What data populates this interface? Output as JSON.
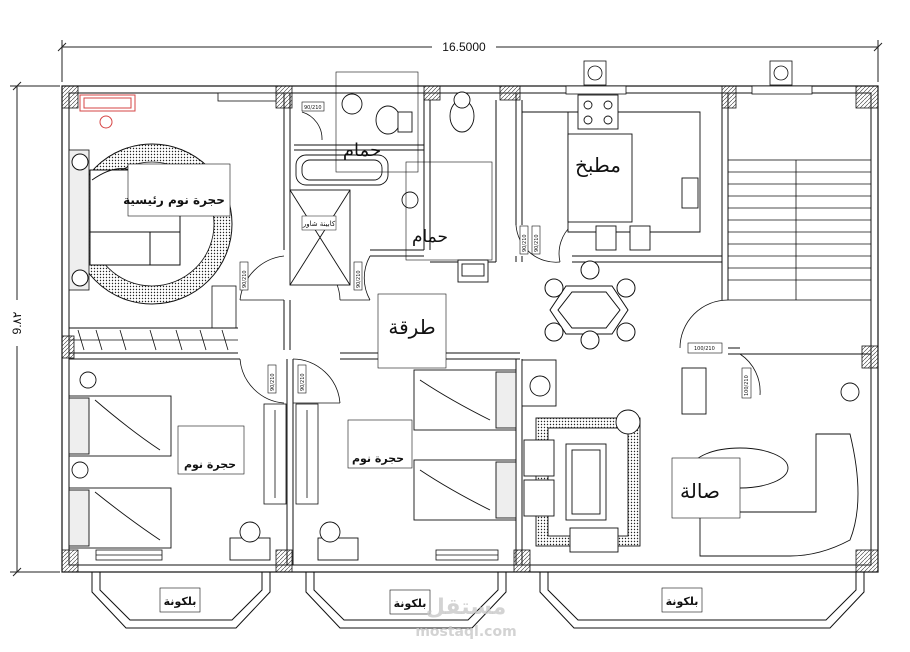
{
  "dimensions": {
    "width": "16.5000",
    "height": "9.٨٢"
  },
  "rooms": {
    "master_bedroom": "حجرة نوم رئيسية",
    "bath_1": "حمام",
    "bath_2": "حمام",
    "shower_cabin": "كابينة شاور",
    "corridor": "طرقة",
    "kitchen": "مطبخ",
    "bedroom_1": "حجرة نوم",
    "bedroom_2": "حجرة نوم",
    "hall": "صالة",
    "balcony_1": "بلكونة",
    "balcony_2": "بلكونة",
    "balcony_3": "بلكونة"
  },
  "door_tags": {
    "d1": "90/210",
    "d2": "90/210",
    "d3": "90/210",
    "d4": "90/210",
    "d5": "90/210",
    "d6": "90/210",
    "d7": "90/210",
    "d8": "100/210",
    "d9": "100/210"
  },
  "watermark": {
    "brand": "مستقل",
    "domain": "mostaql.com"
  }
}
